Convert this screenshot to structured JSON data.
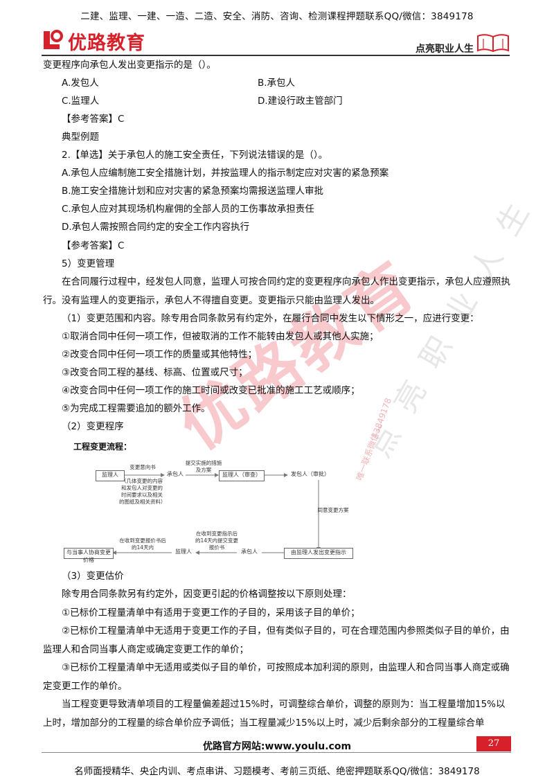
{
  "header": {
    "top_banner": "二建、监理、一建、一造、二造、安全、消防、咨询、检测课程押题联系QQ/微信：3849178",
    "logo_text": "优路教育",
    "slogan": "点亮职业人生"
  },
  "content": {
    "line_intro": "变更程序向承包人发出变更指示的是（）。",
    "q1_options": [
      "A.发包人",
      "B.承包人",
      "C.监理人",
      "D.建设行政主管部门"
    ],
    "q1_answer": "【参考答案】C",
    "example_heading": "典型例题",
    "q2_stem": "2.【单选】关于承包人的施工安全责任，下列说法错误的是（）。",
    "q2_options": [
      "A.承包人应编制施工安全措施计划，并按监理人的指示制定应对灾害的紧急预案",
      "B.施工安全措施计划和应对灾害的紧急预案均需报送监理人审批",
      "C.承包人应对其现场机构雇佣的全部人员的工伤事故承担责任",
      "D.承包人需按照合同约定的安全工作内容执行"
    ],
    "q2_answer": "【参考答案】C",
    "section5_title": "5）变更管理",
    "section5_para": "在合同履行过程中，经发包人同意，监理人可按合同约定的变更程序向承包人作出变更指示，承包人应遵照执行。没有监理人的变更指示，承包人不得擅自变更。变更指示只能由监理人发出。",
    "scope_title": "（1）变更范围和内容。除专用合同条款另有约定外，在履行合同中发生以下情形之一，应进行变更：",
    "scope_items": [
      "①取消合同中任何一项工作，但被取消的工作不能转由发包人或其他人实施；",
      "②改变合同中任何一项工作的质量或其他特性；",
      "③改变合同工程的基线、标高、位置或尺寸；",
      "④改变合同中任何一项工作的施工时间或改变已批准的施工工艺或顺序；",
      "⑤为完成工程需要追加的额外工作。"
    ],
    "procedure_title": "（2）变更程序",
    "flow_title": "工程变更流程：",
    "valuation_title": "（3）变更估价",
    "valuation_intro": "除专用合同条款另有约定外，因变更引起的价格调整按以下原则处理：",
    "valuation_items": [
      "①已标价工程量清单中有适用于变更工作的子目的，采用该子目的单价；",
      "②已标价工程量清单中无适用于变更工作的子目，但有类似子目的，可在合理范围内参照类似子目的单价，由监理人和合同当事人商定或确定变更工作的单价；",
      "③已标价工程量清单中无适用或类似子目的单价，可按照成本加利润的原则，由监理人和合同当事人商定或确定变更工作的单价。"
    ],
    "last_para": "当工程变更导致清单项目的工程量偏差超过15%时，可调整综合单价，调整的原则为：当工程量增加15%以上时，增加部分的工程量的综合单价应予调低；当工程量减少15%以上时，减少后剩余部分的工程量综合单"
  },
  "flowchart": {
    "box_supervisor": "监理人",
    "label_change_notice": "变更意向书",
    "note_notice": "（几体变更的内容和发包人对变更的时间要求以及相关的图纸及相关资料）",
    "box_contractor_top": "承包人",
    "label_submit": "提交实施的措施及方案",
    "box_supervisor_review": "监理人（审查）",
    "box_employer_approve": "发包人（审批）",
    "label_agree": "同意变更方案",
    "box_issue_instruction": "由监理人发出变更指示",
    "box_contractor_bottom": "承包人",
    "label_quote": "在收到变更指示后的14天内提交变更报价书",
    "box_supervisor_bottom": "监理人",
    "label_determine": "在收到变更报价书后的14天内",
    "box_negotiate": "与当事人协商变更价格"
  },
  "watermarks": {
    "main": "优路教育",
    "side": "点亮职业人生",
    "contact": "唯一联系微信3849178"
  },
  "footer": {
    "site": "优路官方网站:www.youlu.com",
    "page_number": "27",
    "bottom_banner": "名师面授精华、央企内训、考点串讲、习题模考、考前三页纸、绝密押题联系QQ/微信：3849178"
  },
  "colors": {
    "brand_red": "#d8202a",
    "watermark": "#e8505a"
  }
}
